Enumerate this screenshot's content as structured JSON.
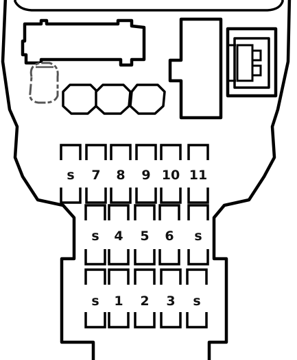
{
  "diagram": {
    "subject": "fuse-box",
    "line_color": "#000000",
    "background_color": "#ffffff",
    "rows": [
      {
        "labels": [
          "s",
          "7",
          "8",
          "9",
          "10",
          "11"
        ]
      },
      {
        "labels": [
          "s",
          "4",
          "5",
          "6",
          "s"
        ]
      },
      {
        "labels": [
          "s",
          "1",
          "2",
          "3",
          "s"
        ]
      }
    ]
  }
}
